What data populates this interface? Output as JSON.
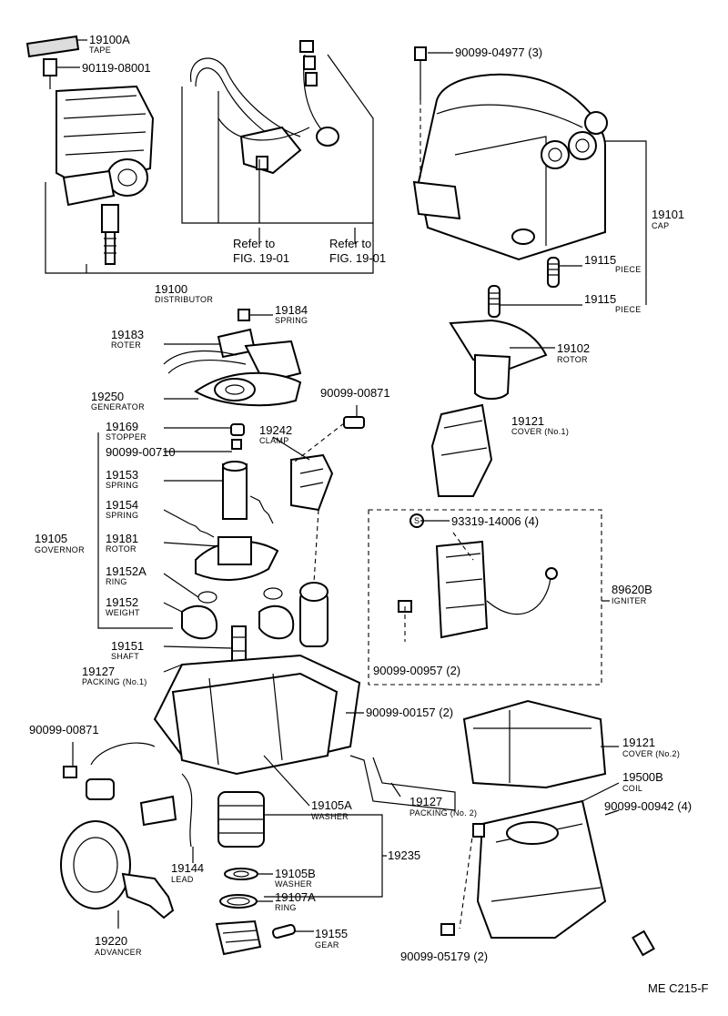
{
  "doc_code": "ME C215-F",
  "refer": {
    "line1": "Refer to",
    "line2": "FIG. 19-01"
  },
  "labels": {
    "p19100A": {
      "num": "19100A",
      "name": "TAPE"
    },
    "p90119_08001": {
      "num": "90119-08001"
    },
    "p19100": {
      "num": "19100",
      "name": "DISTRIBUTOR"
    },
    "p19184": {
      "num": "19184",
      "name": "SPRING"
    },
    "p19183": {
      "num": "19183",
      "name": "ROTER"
    },
    "p19250": {
      "num": "19250",
      "name": "GENERATOR"
    },
    "p90099_00871a": {
      "num": "90099-00871"
    },
    "p19242": {
      "num": "19242",
      "name": "CLAMP"
    },
    "p19169": {
      "num": "19169",
      "name": "STOPPER"
    },
    "p90099_00710": {
      "num": "90099-00710"
    },
    "p19153": {
      "num": "19153",
      "name": "SPRING"
    },
    "p19154": {
      "num": "19154",
      "name": "SPRING"
    },
    "p19105": {
      "num": "19105",
      "name": "GOVERNOR"
    },
    "p19181": {
      "num": "19181",
      "name": "ROTOR"
    },
    "p19152A": {
      "num": "19152A",
      "name": "RING"
    },
    "p19152": {
      "num": "19152",
      "name": "WEIGHT"
    },
    "p19151": {
      "num": "19151",
      "name": "SHAFT"
    },
    "p19127a": {
      "num": "19127",
      "name": "PACKING (No.1)"
    },
    "p90099_00871b": {
      "num": "90099-00871"
    },
    "p19105A": {
      "num": "19105A",
      "name": "WASHER"
    },
    "p19235": {
      "num": "19235"
    },
    "p19144": {
      "num": "19144",
      "name": "LEAD"
    },
    "p19105B": {
      "num": "19105B",
      "name": "WASHER"
    },
    "p19107A": {
      "num": "19107A",
      "name": "RING"
    },
    "p19220": {
      "num": "19220",
      "name": "ADVANCER"
    },
    "p19155": {
      "num": "19155",
      "name": "GEAR"
    },
    "p90099_04977": {
      "num": "90099-04977 (3)"
    },
    "p19101": {
      "num": "19101",
      "name": "CAP"
    },
    "p19115a": {
      "num": "19115",
      "name": "PIECE"
    },
    "p19115b": {
      "num": "19115",
      "name": "PIECE"
    },
    "p19102": {
      "num": "19102",
      "name": "ROTOR"
    },
    "p19121a": {
      "num": "19121",
      "name": "COVER (No.1)"
    },
    "p93319_14006": {
      "num": "93319-14006 (4)",
      "mark": "S"
    },
    "p89620B": {
      "num": "89620B",
      "name": "IGNITER"
    },
    "p90099_00957": {
      "num": "90099-00957 (2)"
    },
    "p90099_00157": {
      "num": "90099-00157 (2)"
    },
    "p19121b": {
      "num": "19121",
      "name": "COVER (No.2)"
    },
    "p19127b": {
      "num": "19127",
      "name": "PACKING (No. 2)"
    },
    "p19500B": {
      "num": "19500B",
      "name": "COIL"
    },
    "p90099_00942": {
      "num": "90099-00942 (4)"
    },
    "p90099_05179": {
      "num": "90099-05179 (2)"
    }
  }
}
